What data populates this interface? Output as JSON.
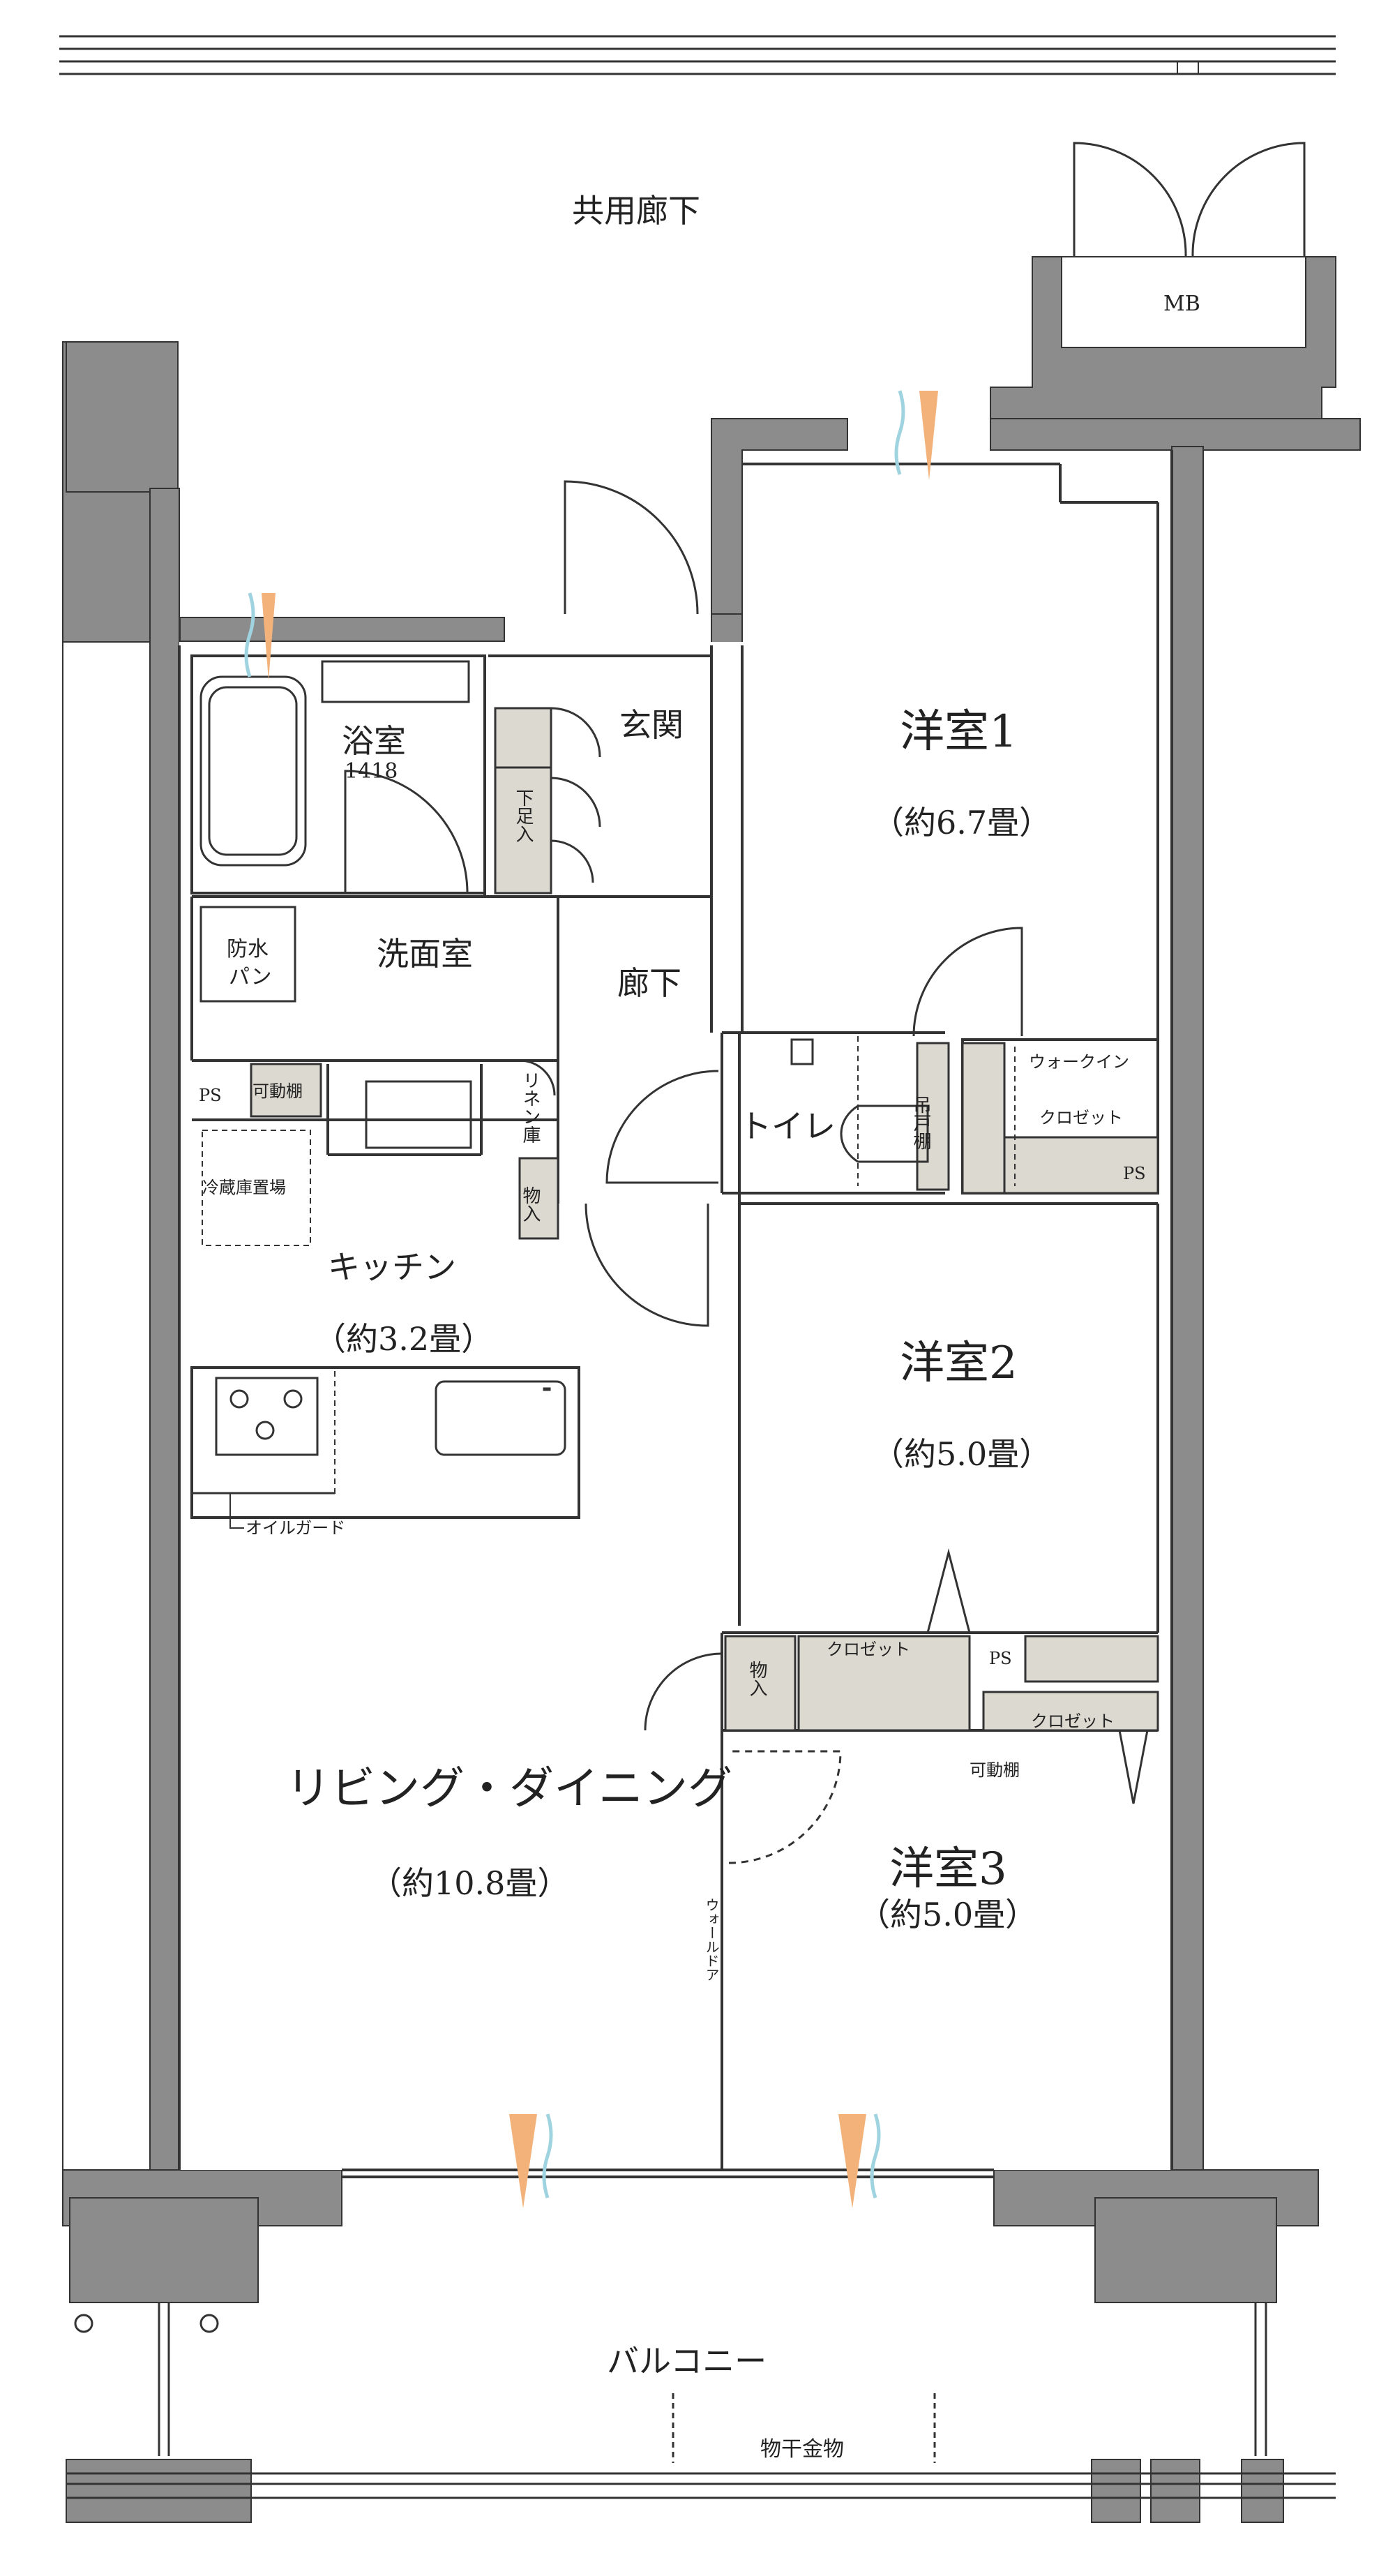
{
  "colors": {
    "wall": "#8c8c8c",
    "line": "#333333",
    "storage": "#dcdad0",
    "background": "#ffffff",
    "vent_orange": "#f2b27a",
    "vent_blue": "#9fd3df"
  },
  "labels": {
    "corridor_common": "共用廊下",
    "mb": "MB",
    "entrance": "玄関",
    "shoe_storage": "下足入",
    "bathroom": "浴室",
    "bath_size": "1418",
    "washroom": "洗面室",
    "waterproof_pan_1": "防水",
    "waterproof_pan_2": "パン",
    "hallway": "廊下",
    "linen_cabinet": "リネン庫",
    "ps": "PS",
    "movable_shelf": "可動棚",
    "fridge_space": "冷蔵庫置場",
    "storage": "物入",
    "kitchen": "キッチン",
    "kitchen_area": "（約3.2畳）",
    "oil_guard": "オイルガード",
    "toilet": "トイレ",
    "toilet_cabinet": "吊戸棚",
    "western1": "洋室1",
    "western1_area": "（約6.7畳）",
    "walk_in_1": "ウォークイン",
    "walk_in_2": "クロゼット",
    "western2": "洋室2",
    "western2_area": "（約5.0畳）",
    "closet": "クロゼット",
    "living_dining": "リビング・ダイニング",
    "living_dining_area": "（約10.8畳）",
    "wall_door": "ウォールドア",
    "western3": "洋室3",
    "western3_area": "（約5.0畳）",
    "balcony": "バルコニー",
    "clothes_hanger": "物干金物"
  }
}
